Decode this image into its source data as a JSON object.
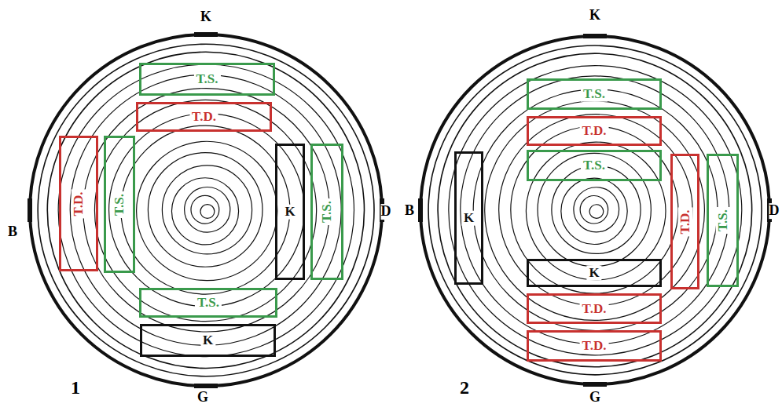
{
  "diagram": {
    "nodes": [
      {
        "text": [
          "T.S."
        ]
      },
      {
        "text": [
          "T.D."
        ]
      },
      {
        "text": [
          "T.D."
        ]
      },
      {
        "text": [
          "T.S."
        ]
      },
      {
        "text": [
          "K"
        ]
      },
      {
        "text": [
          "T.S."
        ]
      },
      {
        "text": [
          "T.S."
        ]
      },
      {
        "text": [
          "K"
        ]
      },
      {
        "text": [
          "T.S."
        ]
      },
      {
        "text": [
          "T.D."
        ]
      },
      {
        "text": [
          "T.S."
        ]
      },
      {
        "text": [
          "K"
        ]
      },
      {
        "text": [
          "T.D."
        ]
      },
      {
        "text": [
          "T.S."
        ]
      },
      {
        "text": [
          "K"
        ]
      },
      {
        "text": [
          "T.D."
        ]
      },
      {
        "text": [
          "T.D."
        ]
      }
    ],
    "labels": [
      "K",
      "B",
      "D",
      "G",
      "1",
      "K",
      "B",
      "D",
      "G",
      "2"
    ]
  }
}
